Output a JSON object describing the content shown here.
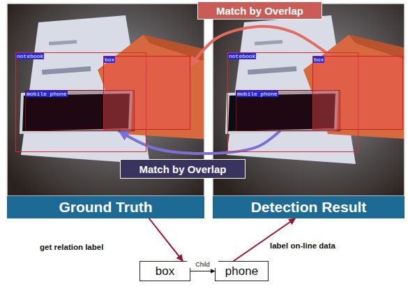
{
  "diagram": {
    "nodes": [
      {
        "text": [
          "Ground Truth"
        ]
      },
      {
        "text": [
          "notebook"
        ],
        "in": 0
      },
      {
        "text": [
          "box"
        ],
        "in": 0
      },
      {
        "text": [
          "mobile phone"
        ],
        "in": 1
      },
      {
        "text": [
          "Detection Result"
        ]
      },
      {
        "text": [
          "notebook"
        ],
        "in": 4
      },
      {
        "text": [
          "box"
        ],
        "in": 4
      },
      {
        "text": [
          "mobile phone"
        ],
        "in": 5
      },
      {
        "text": [
          "box"
        ]
      },
      {
        "text": [
          "phone"
        ]
      }
    ],
    "edges": [
      {
        "from": 6,
        "to": 2,
        "arrow": "to",
        "label": "Match by Overlap"
      },
      {
        "from": 7,
        "to": 3,
        "arrow": "to",
        "label": "Match by Overlap"
      },
      {
        "from": 0,
        "to": 8,
        "arrow": "to",
        "label": "get relation label"
      },
      {
        "from": 9,
        "to": 4,
        "arrow": "to",
        "label": "label on-line data"
      },
      {
        "from": 8,
        "to": 9,
        "arrow": "to",
        "label": "Child"
      }
    ]
  }
}
